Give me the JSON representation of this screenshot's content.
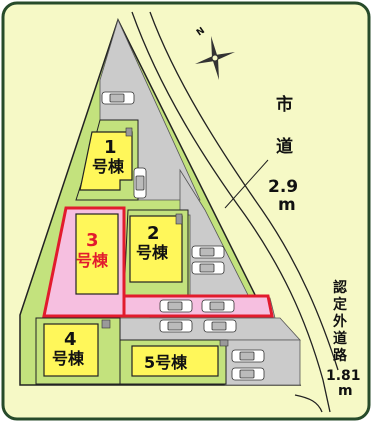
{
  "compass": {
    "symbol": "N"
  },
  "road_city": {
    "label": [
      "市",
      "道"
    ],
    "width_value": "2.9",
    "width_unit": "m"
  },
  "road_certified": {
    "label": [
      "認",
      "定",
      "外",
      "道",
      "路"
    ],
    "width_value": "1.81",
    "width_unit": "m"
  },
  "lots": [
    {
      "number": "1",
      "suffix": "号棟",
      "highlighted": false
    },
    {
      "number": "2",
      "suffix": "号棟",
      "highlighted": false
    },
    {
      "number": "3",
      "suffix": "号棟",
      "highlighted": true
    },
    {
      "number": "4",
      "suffix": "号棟",
      "highlighted": false
    },
    {
      "number": "5号棟",
      "suffix": "",
      "highlighted": false
    }
  ],
  "colors": {
    "frame_bg": "#f6f9c6",
    "frame_border": "#274b2a",
    "lot_green": "#c3e27d",
    "driveway_gray": "#cbcbcb",
    "building_yellow": "#fff75a",
    "highlight_pink": "#f6bfe0",
    "highlight_red": "#e21b2d",
    "text_red": "#e21b2d",
    "text_black": "#111111"
  }
}
